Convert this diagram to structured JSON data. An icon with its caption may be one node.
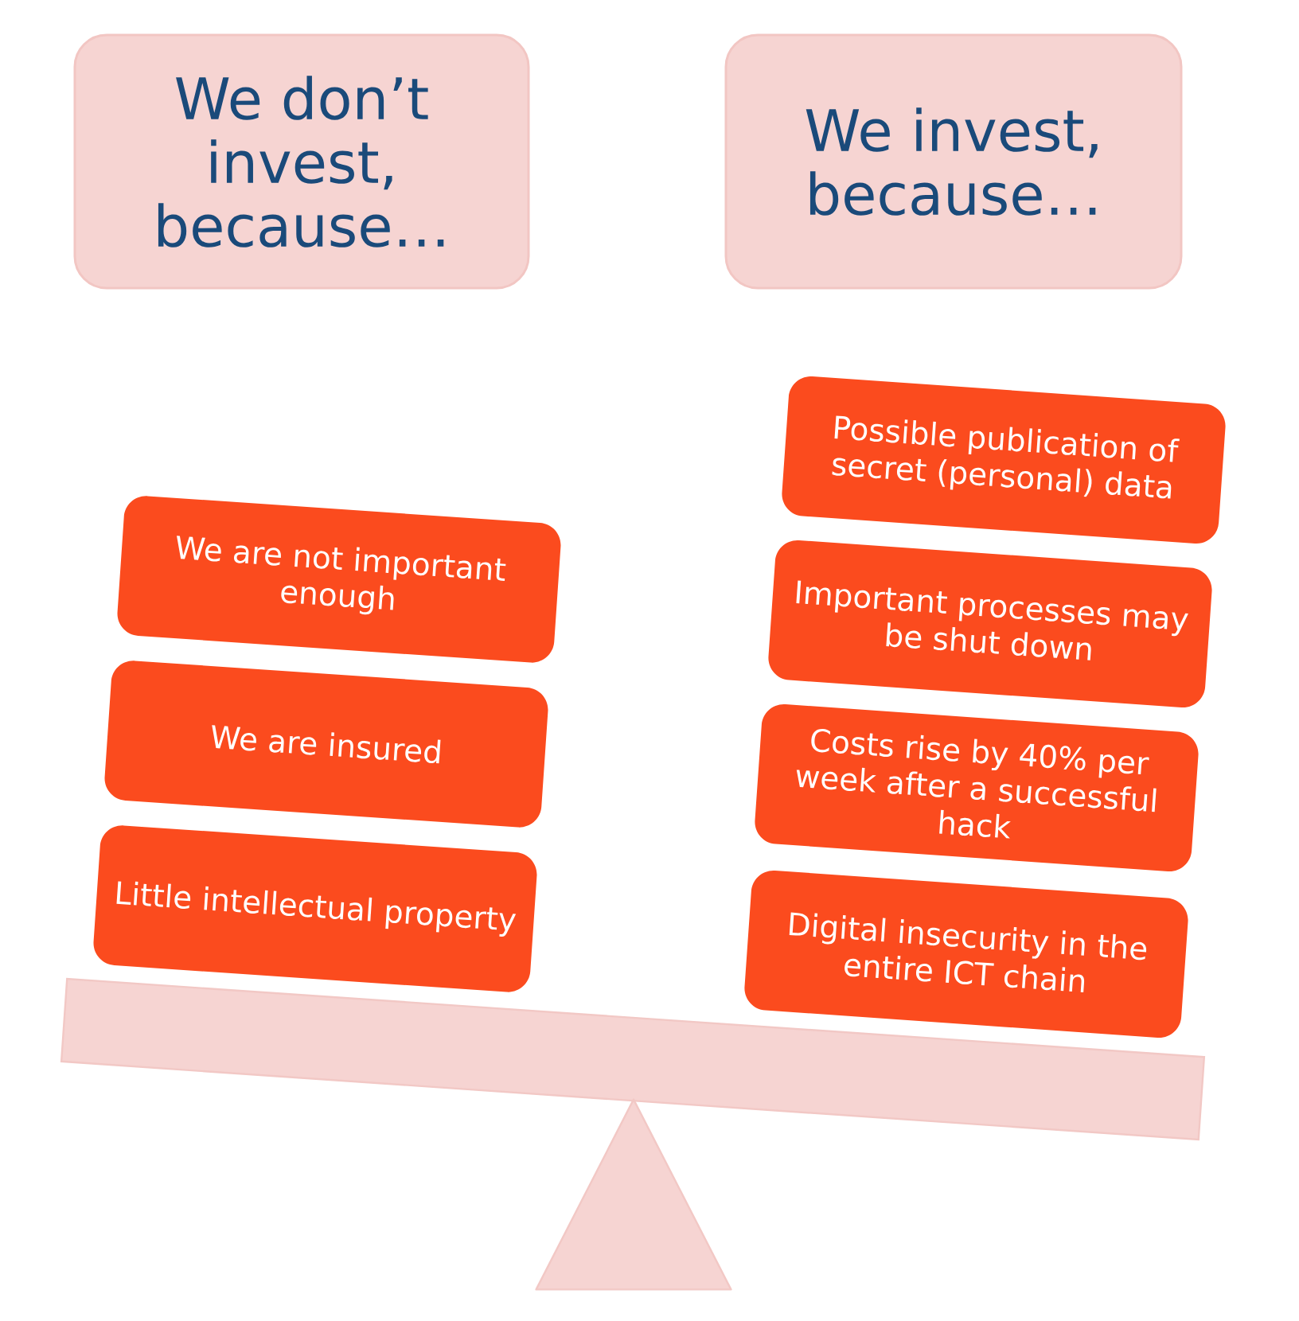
{
  "diagram": {
    "nodes": [
      {
        "text": [
          "We don’t invest, because…"
        ]
      },
      {
        "text": [
          "We invest, because…"
        ]
      },
      {
        "text": [
          "We are not important enough"
        ]
      },
      {
        "text": [
          "We are insured"
        ]
      },
      {
        "text": [
          "Little intellectual property"
        ]
      },
      {
        "text": [
          "Possible publication of secret (personal) data"
        ]
      },
      {
        "text": [
          "Important processes may be shut down"
        ]
      },
      {
        "text": [
          "Costs rise by 40% per week after a successful hack"
        ]
      },
      {
        "text": [
          "Digital insecurity in the entire ICT chain"
        ]
      },
      {
        "text": [],
        "shape": "bar"
      },
      {
        "text": [],
        "shape": "triangle"
      }
    ]
  }
}
